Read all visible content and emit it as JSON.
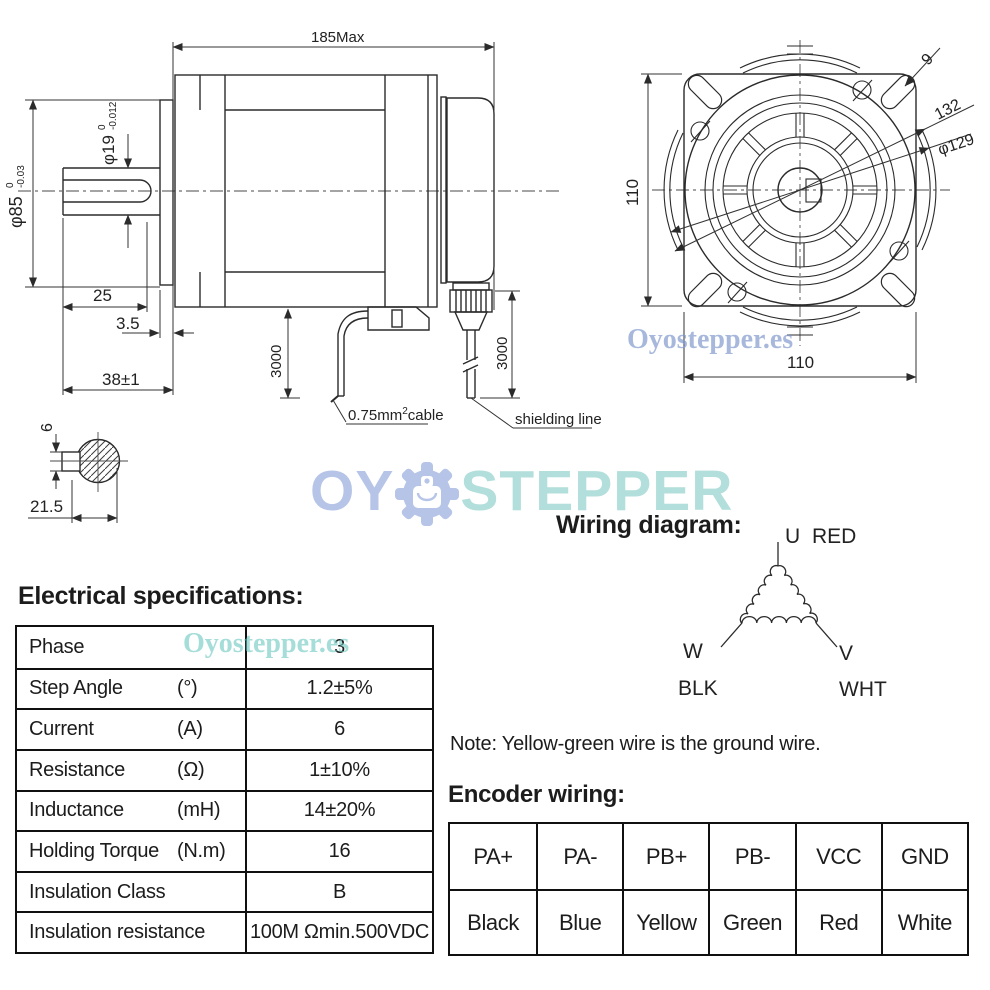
{
  "logo": {
    "part1": "OY",
    "part2": "STEPPER"
  },
  "watermark": {
    "text_blue": "Oyostepper.es",
    "text_teal": "Oyostepper.es"
  },
  "side_view": {
    "length_total": "185Max",
    "flange_dia_main": "φ85",
    "flange_dia_tol_top": "0",
    "flange_dia_tol_bottom": "-0.03",
    "shaft_dia_main": "φ19",
    "shaft_dia_tol_top": "0",
    "shaft_dia_tol_bottom": "-0.012",
    "key_length": "25",
    "boss_thickness": "3.5",
    "shaft_length": "38±1",
    "cable_length_left": "3000",
    "cable_length_right": "3000",
    "cable_spec_1": "0.75mm",
    "cable_spec_sup": "2",
    "cable_spec_2": "cable",
    "shield_label": "shielding line"
  },
  "cross_section": {
    "key_width": "6",
    "flat_width": "21.5"
  },
  "front_view": {
    "height": "110",
    "width": "110",
    "outer_dia": "φ129",
    "corner_dia": "132",
    "hole_dia": "9"
  },
  "wiring": {
    "title": "Wiring diagram:",
    "u": "U",
    "u_color": "RED",
    "w": "W",
    "w_color": "BLK",
    "v": "V",
    "v_color": "WHT",
    "note": "Note: Yellow-green wire is the ground wire."
  },
  "electrical": {
    "title": "Electrical specifications:",
    "rows": [
      {
        "label": "Phase",
        "unit": "",
        "value": "3"
      },
      {
        "label": "Step Angle",
        "unit": "(°)",
        "value": "1.2±5%"
      },
      {
        "label": "Current",
        "unit": "(A)",
        "value": "6"
      },
      {
        "label": "Resistance",
        "unit": "(Ω)",
        "value": "1±10%"
      },
      {
        "label": "Inductance",
        "unit": "(mH)",
        "value": "14±20%"
      },
      {
        "label": "Holding Torque",
        "unit": "(N.m)",
        "value": "16"
      },
      {
        "label": "Insulation Class",
        "unit": "",
        "value": "B"
      },
      {
        "label": "Insulation resistance",
        "unit": "",
        "value": "100M Ωmin.500VDC"
      }
    ]
  },
  "encoder": {
    "title": "Encoder wiring:",
    "signals": [
      "PA+",
      "PA-",
      "PB+",
      "PB-",
      "VCC",
      "GND"
    ],
    "colors": [
      "Black",
      "Blue",
      "Yellow",
      "Green",
      "Red",
      "White"
    ]
  }
}
